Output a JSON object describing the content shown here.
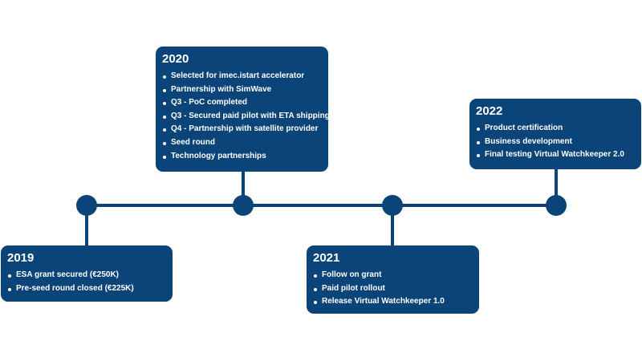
{
  "colors": {
    "primary": "#0b4478",
    "text": "#ffffff",
    "background": "#ffffff"
  },
  "milestones": [
    {
      "year": "2019",
      "items": [
        "ESA grant secured (€250K)",
        "Pre-seed round closed (€225K)"
      ]
    },
    {
      "year": "2020",
      "items": [
        "Selected for imec.istart accelerator",
        "Partnership with SimWave",
        "Q3 - PoC completed",
        "Q3 - Secured paid pilot with ETA shipping",
        "Q4 - Partnership with satellite provider",
        "Seed round",
        "Technology partnerships"
      ]
    },
    {
      "year": "2021",
      "items": [
        "Follow on grant",
        "Paid pilot rollout",
        "Release Virtual Watchkeeper 1.0"
      ]
    },
    {
      "year": "2022",
      "items": [
        "Product certification",
        "Business development",
        "Final testing Virtual Watchkeeper 2.0"
      ]
    }
  ]
}
